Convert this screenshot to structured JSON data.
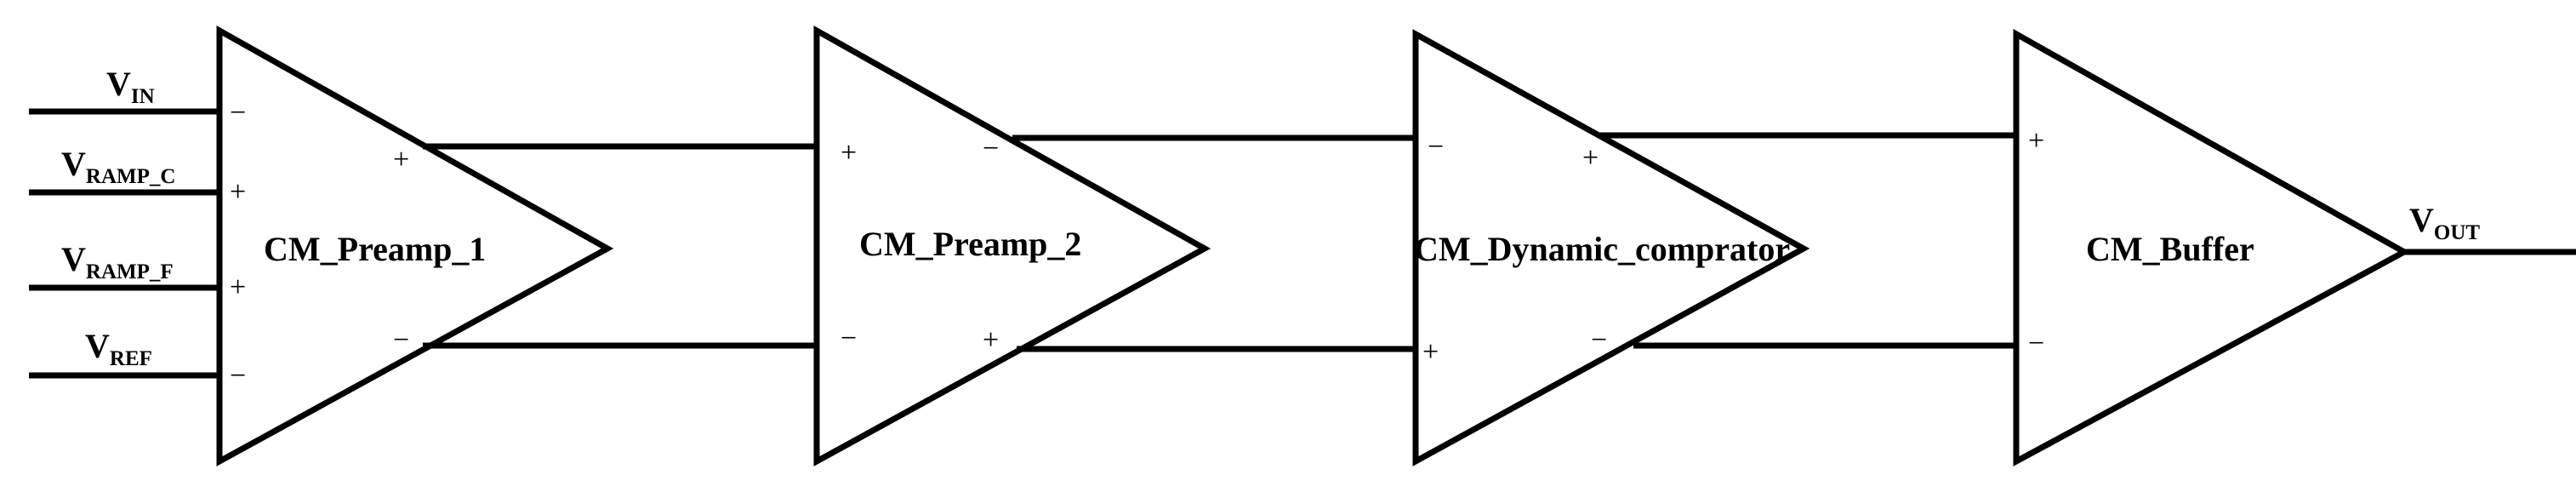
{
  "diagram": {
    "inputs": [
      {
        "main": "V",
        "sub": "IN"
      },
      {
        "main": "V",
        "sub": "RAMP_C"
      },
      {
        "main": "V",
        "sub": "RAMP_F"
      },
      {
        "main": "V",
        "sub": "REF"
      }
    ],
    "output": {
      "main": "V",
      "sub": "OUT"
    },
    "blocks": [
      {
        "name": "CM_Preamp_1",
        "in_signs": [
          "−",
          "+",
          "+",
          "−"
        ],
        "out_signs": [
          "+",
          "−"
        ]
      },
      {
        "name": "CM_Preamp_2",
        "in_signs": [
          "+",
          "−"
        ],
        "out_signs": [
          "−",
          "+"
        ]
      },
      {
        "name": "CM_Dynamic_comprator",
        "in_signs": [
          "−",
          "+"
        ],
        "out_signs": [
          "+",
          "−"
        ]
      },
      {
        "name": "CM_Buffer",
        "in_signs": [
          "+",
          "−"
        ]
      }
    ]
  }
}
